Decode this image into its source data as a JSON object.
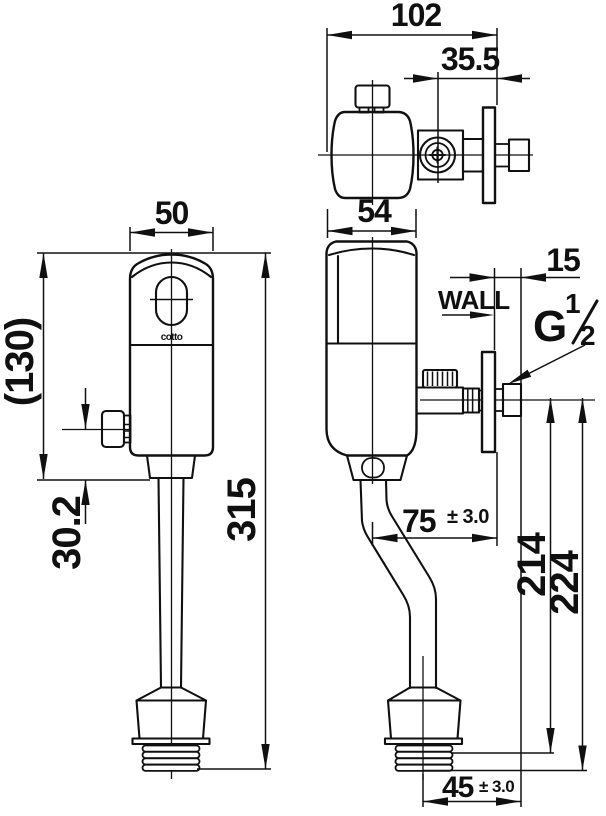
{
  "drawing": {
    "background": "#ffffff",
    "line_color": "#101010",
    "logo_text": "cotto"
  },
  "dimensions": {
    "overall_depth": "102",
    "stop_center_to_wall": "35.5",
    "front_body_width": "50",
    "side_body_width": "54",
    "sensor_section_height": "(130)",
    "stop_center_drop": "30.2",
    "overall_height": "315",
    "wall_inset": "15",
    "wall_label": "WALL",
    "thread_prefix": "G",
    "thread_numerator": "1",
    "thread_denominator": "2",
    "body_center_to_wall": "75",
    "body_center_to_wall_tol": "± 3.0",
    "inlet_to_spud_seat": "214",
    "inlet_to_outlet_end": "224",
    "outlet_center_to_wall": "45",
    "outlet_center_to_wall_tol": "± 3.0"
  }
}
